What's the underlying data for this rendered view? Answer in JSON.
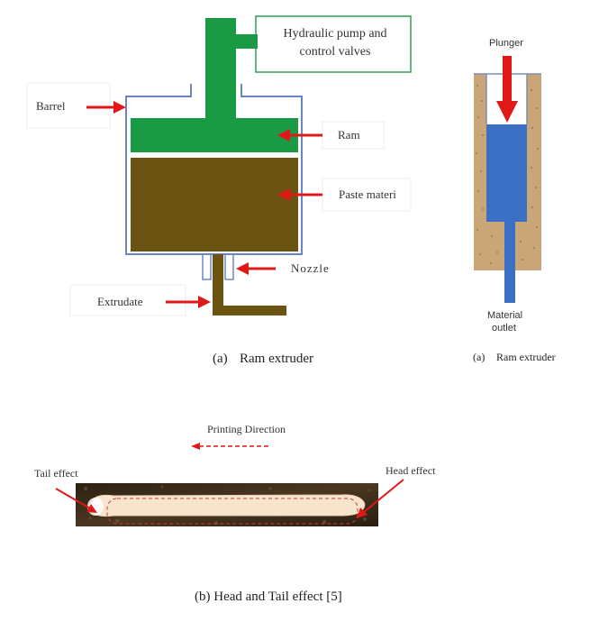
{
  "colors": {
    "ram_green": "#1a9a45",
    "paste_brown": "#6b5312",
    "barrel_blue": "#6b86c8",
    "arrow_red": "#e01818",
    "plunger_blue": "#3b6fc4",
    "sand": "#c9a577",
    "photo_dark": "#3a2a18",
    "bead_light": "#f6e4cc"
  },
  "ram_extruder": {
    "labels": {
      "barrel": "Barrel",
      "pump": "Hydraulic pump and control valves",
      "ram": "Ram",
      "paste": "Paste materi",
      "nozzle": "Nozzle",
      "extrudate": "Extrudate"
    },
    "caption_letter": "(a)",
    "caption_text": "Ram extruder"
  },
  "plunger_diagram": {
    "labels": {
      "plunger": "Plunger",
      "material_outlet_line1": "Material",
      "material_outlet_line2": "outlet"
    },
    "caption_letter": "(a)",
    "caption_text": "Ram extruder"
  },
  "head_tail": {
    "labels": {
      "printing_direction": "Printing Direction",
      "tail_effect": "Tail effect",
      "head_effect": "Head effect"
    },
    "caption": "(b) Head and Tail effect [5]"
  }
}
